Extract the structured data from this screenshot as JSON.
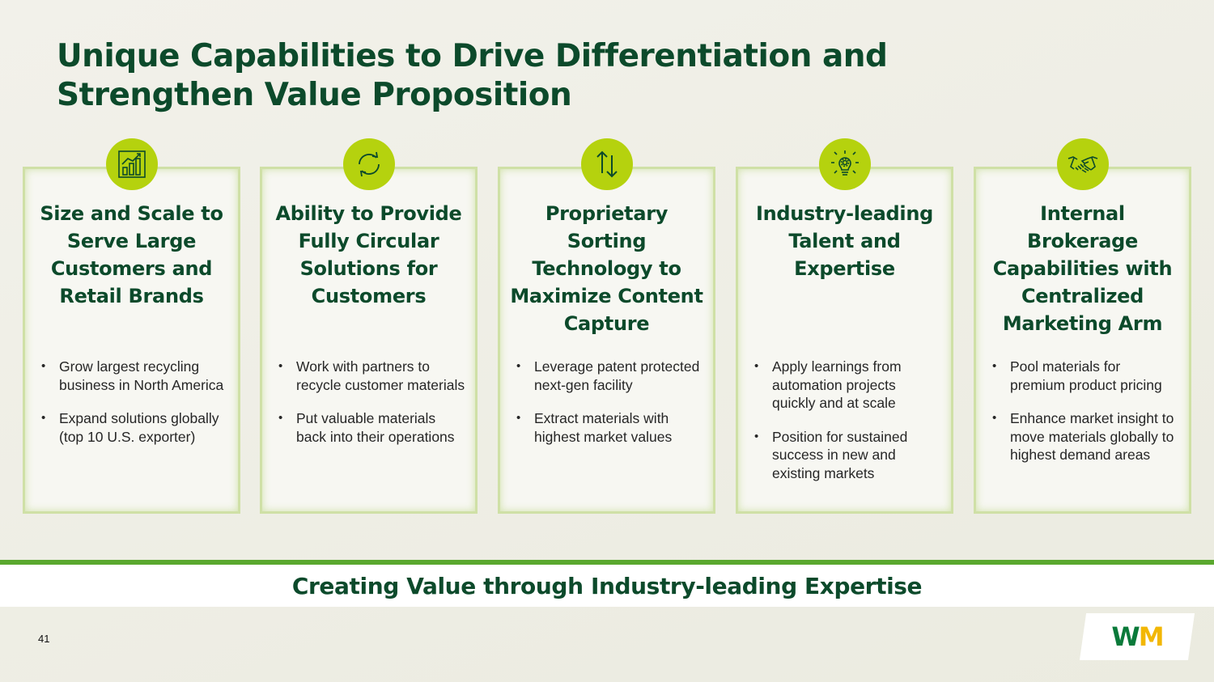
{
  "title": "Unique Capabilities to Drive Differentiation and Strengthen Value Proposition",
  "cards": [
    {
      "icon": "bar-chart-icon",
      "title": "Size and Scale to Serve Large Customers and Retail Brands",
      "bullets": [
        "Grow largest recycling business in North America",
        "Expand solutions globally (top 10 U.S. exporter)"
      ]
    },
    {
      "icon": "recycle-arrows-icon",
      "title": "Ability to Provide Fully Circular Solutions for Customers",
      "bullets": [
        "Work with partners to recycle customer materials",
        "Put valuable materials back into their operations"
      ]
    },
    {
      "icon": "up-down-arrows-icon",
      "title": "Proprietary Sorting Technology to Maximize Content Capture",
      "bullets": [
        "Leverage patent protected next-gen facility",
        "Extract materials with highest market values"
      ]
    },
    {
      "icon": "lightbulb-gear-icon",
      "title": "Industry-leading Talent and Expertise",
      "bullets": [
        "Apply learnings from automation projects quickly and at scale",
        "Position for sustained success in new and existing markets"
      ]
    },
    {
      "icon": "handshake-icon",
      "title": "Internal Brokerage Capabilities with Centralized Marketing Arm",
      "bullets": [
        "Pool materials for premium product pricing",
        "Enhance market insight to move materials globally to highest demand areas"
      ]
    }
  ],
  "banner": "Creating Value through Industry-leading Expertise",
  "page_number": "41",
  "logo_text": "WM",
  "colors": {
    "brand_green": "#0c4a2b",
    "accent_lime": "#b5d20e",
    "band_green": "#5aa82e",
    "logo_yellow": "#f2b705"
  }
}
